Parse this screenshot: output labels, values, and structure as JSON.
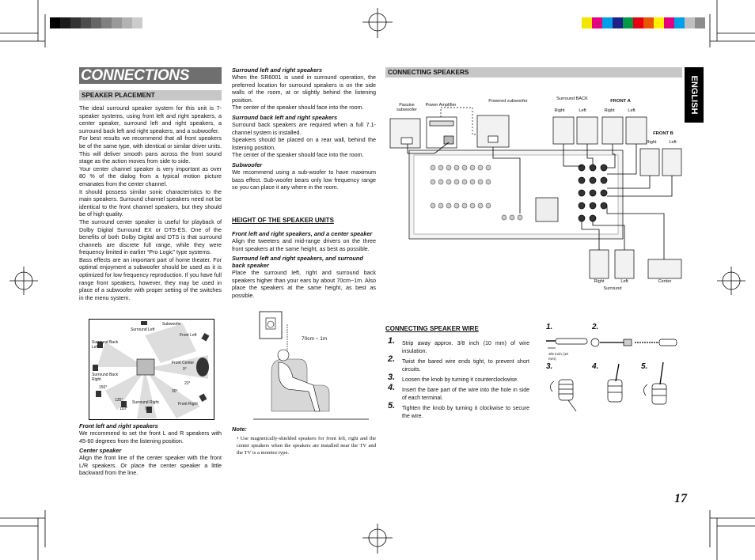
{
  "page": {
    "title": "CONNECTIONS",
    "language_tab": "ENGLISH",
    "page_number": "17"
  },
  "placement": {
    "heading": "SPEAKER PLACEMENT",
    "body": [
      "The ideal surround speaker system for this unit is 7-speaker systems, using front left and right speakers, a center speaker, surround left and right speakers, a surround back left and right speakers, and a subwoofer.",
      "For best results we recommend that all front speakers be of the same type, with identical or similar driver units. This will deliver smooth pans across the front sound stage as the action moves from side to side.",
      "Your center channel speaker is very important as over 80 % of the dialog from a typical motion picture emanates from the center channel.",
      "It should possess similar sonic characteristics to the main speakers. Surround channel speakers need not be identical to the front channel speakers, but they should be of high quality.",
      "The surround center speaker is useful for playback of Dolby Digital Surround EX or DTS-ES. One of the benefits of both Dolby Digital and DTS is that surround channels are discrete full range, while they were frequency limited in earlier “Pro Logic” type systems.",
      "Bass effects are an important part of home theater. For optimal enjoyment a subwoofer should be used as it is optimized for low frequency reproduction. If you have full range front speakers, however, they may be used in place of a subwoofer with proper setting of the switches in the menu system."
    ],
    "diagram": {
      "subwoofer": "Subwoofer",
      "surround_left": "Surround Left",
      "front_left": "Front Left",
      "surround_back_left": "Surround Back Left",
      "front_center": "Front Center",
      "surround_back_right": "Surround Back Right",
      "a0": "0°",
      "a22": "22°",
      "a150": "150°",
      "a30": "30°",
      "a135": "135°",
      "surround_right": "Surround Right",
      "a110": "110°",
      "a90": "90°",
      "front_right": "Front Right"
    },
    "front_lr_heading": "Front left and right speakers",
    "front_lr_body": "We recommend to set the front L and R speakers with 45-60 degrees from the listening position.",
    "center_heading": "Center speaker",
    "center_body": "Align the front line of the center speaker with the front L/R speakers. Or place the center speaker a little backward from the line."
  },
  "mid": {
    "sur_lr_heading": "Surround left and right speakers",
    "sur_lr_body": "When the SR6001 is used in surround operation, the preferred location for surround speakers is on the side walls of the room, at or slightly behind the listening position.",
    "sur_lr_body2": "The center of the speaker should face into the room.",
    "sur_back_heading": "Surround back left and right speakers",
    "sur_back_body": "Surround back speakers are required when a full 7.1-channel system is installed.",
    "sur_back_body2": "Speakers should be placed on a rear wall, behind the listening position.",
    "sur_back_body3": "The center of the speaker should face into the room.",
    "sub_heading": "Subwoofer",
    "sub_body": "We recommend using a sub-woofer to have maximum bass effect. Sub-woofer bears only low frequency range so you can place it any where in the room.",
    "height_heading": "HEIGHT OF THE SPEAKER UNITS",
    "height_front_heading": "Front left and right speakers, and a center speaker",
    "height_front_body": "Align the tweeters and mid-range drivers on the three front speakers at the same height, as best as possible.",
    "height_sur_heading": "Surround left and right speakers, and surround back speaker",
    "height_sur_body": "Place the surround left, right and surround back speakers higher than your ears by about 70cm~1m. Also place the speakers at the same height, as best as possible.",
    "height_label": "70cm ~ 1m",
    "note_heading": "Note:",
    "note_body": "• Use magnetically-shielded speakers for front left, right and the center speakers when the speakers are installed near the TV and the TV is a monitor type."
  },
  "connecting": {
    "heading": "CONNECTING SPEAKERS",
    "passive_sub": "Passive subwoofer",
    "power_amp": "Power Amplifier",
    "powered_sub": "Powered subwoofer",
    "surround_back": "Surround BACK",
    "sb_right": "Right",
    "sb_left": "Left",
    "front_a": "FRONT A",
    "fa_right": "Right",
    "fa_left": "Left",
    "front_b": "FRONT B",
    "fb_right": "Right",
    "fb_left": "Left",
    "sur_right": "Right",
    "sur_left": "Left",
    "surround": "Surround",
    "center": "Center"
  },
  "wire": {
    "heading": "CONNECTING SPEAKER WIRE",
    "steps": [
      {
        "n": "1.",
        "text": "Strip away approx. 3/8 inch (10 mm) of wire insulation."
      },
      {
        "n": "2.",
        "text": "Twist the bared wire ends tight, to prevent short circuits."
      },
      {
        "n": "3.",
        "text": "Loosen the knob by turning it counterclockwise."
      },
      {
        "n": "4.",
        "text": "Insert the bare part of the wire into the hole in side of each terminal."
      },
      {
        "n": "5.",
        "text": "Tighten the knob by turning it clockwise to secure the wire."
      }
    ],
    "fig1": "1.",
    "fig2": "2.",
    "fig3": "3.",
    "fig4": "4.",
    "fig5": "5.",
    "strip_label": "3/8 inch (10 mm)"
  },
  "colors": {
    "heading_bar": "#c7c7c7",
    "language_tab": "#000000",
    "color_bar": [
      "#f2e600",
      "#e4007f",
      "#00a0e9",
      "#1d2088",
      "#009944",
      "#e60012",
      "#ea5504",
      "#fff100",
      "#e4007f",
      "#00a0e9",
      "#bfbfbf",
      "#8c8c8c"
    ],
    "gray_bar": [
      "#000000",
      "#1a1a1a",
      "#333333",
      "#4d4d4d",
      "#666666",
      "#808080",
      "#999999",
      "#b3b3b3",
      "#cccccc"
    ]
  }
}
